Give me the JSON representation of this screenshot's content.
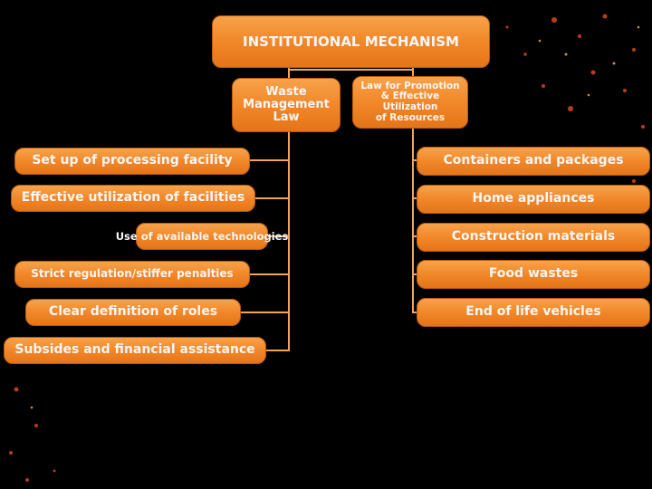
{
  "diagram": {
    "title": "INSTITUTIONAL MECHANISM",
    "waste_law": "Waste\nManagement\nLaw",
    "resources_law": "Law for Promotion\n& Effective\nUtilization\nof Resources",
    "left_items": [
      "Set up of processing facility",
      "Effective utilization of facilities",
      "Use of available technologies",
      "Strict regulation/stiffer penalties",
      "Clear definition of roles",
      "Subsides and financial assistance"
    ],
    "right_items": [
      "Containers and packages",
      "Home appliances",
      "Construction materials",
      "Food wastes",
      "End of life vehicles"
    ]
  },
  "colors": {
    "box_fill": "#f28a2c",
    "connector": "#f2a45a",
    "background": "#000000"
  }
}
